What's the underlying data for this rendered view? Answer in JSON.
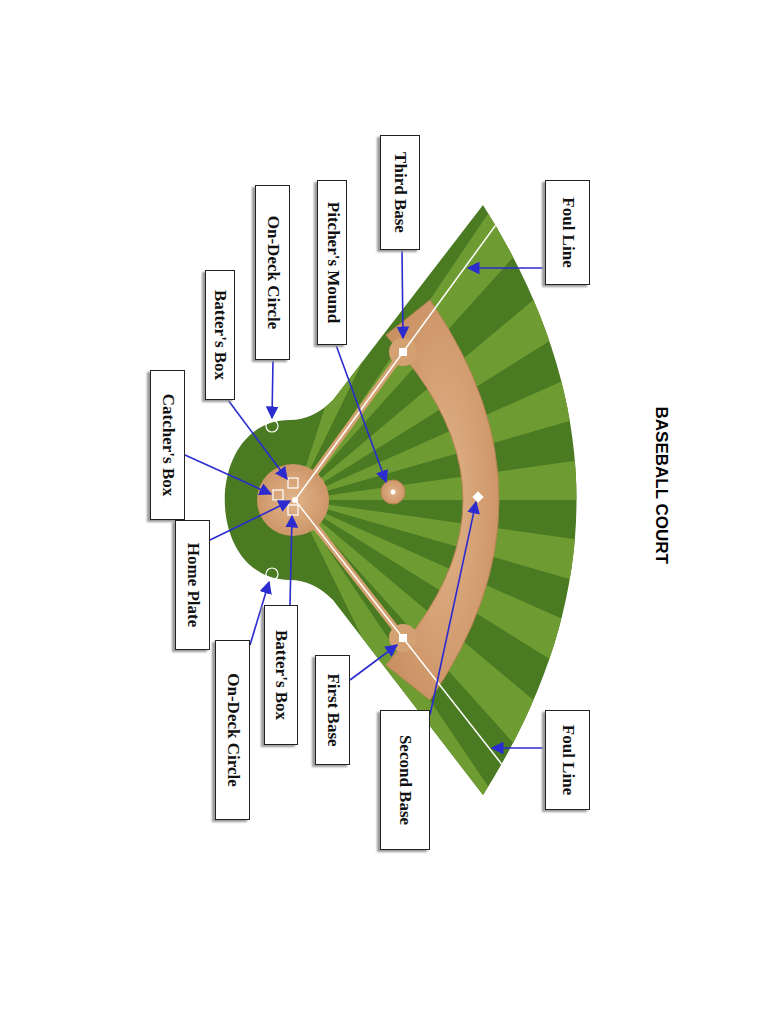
{
  "diagram": {
    "title": "BASEBALL COURT",
    "nodes": [
      {
        "text": [
          "Foul Line"
        ]
      },
      {
        "text": [
          "Third Base"
        ]
      },
      {
        "text": [
          "Pitcher's Mound"
        ]
      },
      {
        "text": [
          "On-Deck Circle"
        ]
      },
      {
        "text": [
          "Batter's Box"
        ]
      },
      {
        "text": [
          "Catcher's Box"
        ]
      },
      {
        "text": [
          "Home Plate"
        ]
      },
      {
        "text": [
          "Batter's Box"
        ]
      },
      {
        "text": [
          "On-Deck Circle"
        ]
      },
      {
        "text": [
          "First Base"
        ]
      },
      {
        "text": [
          "Second Base"
        ]
      },
      {
        "text": [
          "Foul Line"
        ]
      }
    ]
  }
}
